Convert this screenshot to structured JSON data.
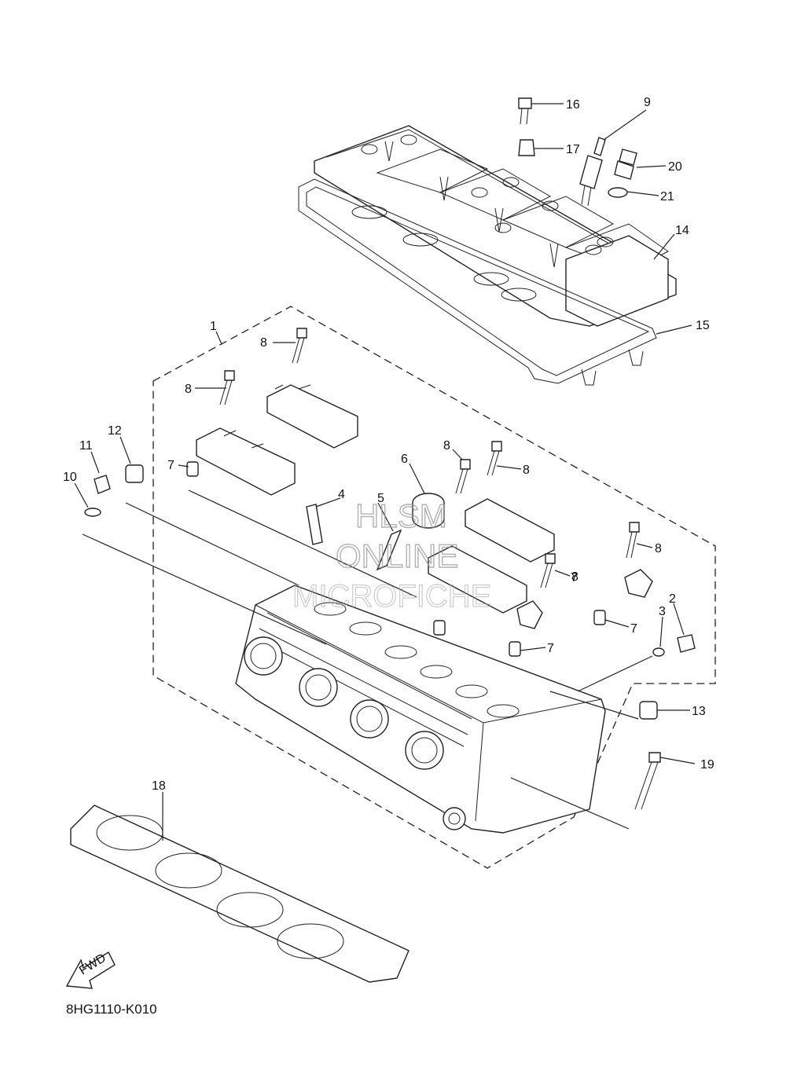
{
  "diagram": {
    "part_code": "8HG1110-K010",
    "fwd_arrow_label": "FWD",
    "watermark": [
      "HLSM",
      "ONLINE",
      "MICROFICHE"
    ],
    "callouts": [
      "1",
      "2",
      "3",
      "4",
      "5",
      "6",
      "7",
      "7",
      "7",
      "7",
      "8",
      "8",
      "8",
      "8",
      "8",
      "8",
      "8",
      "9",
      "10",
      "11",
      "12",
      "13",
      "14",
      "15",
      "16",
      "17",
      "18",
      "19",
      "20",
      "21"
    ]
  }
}
